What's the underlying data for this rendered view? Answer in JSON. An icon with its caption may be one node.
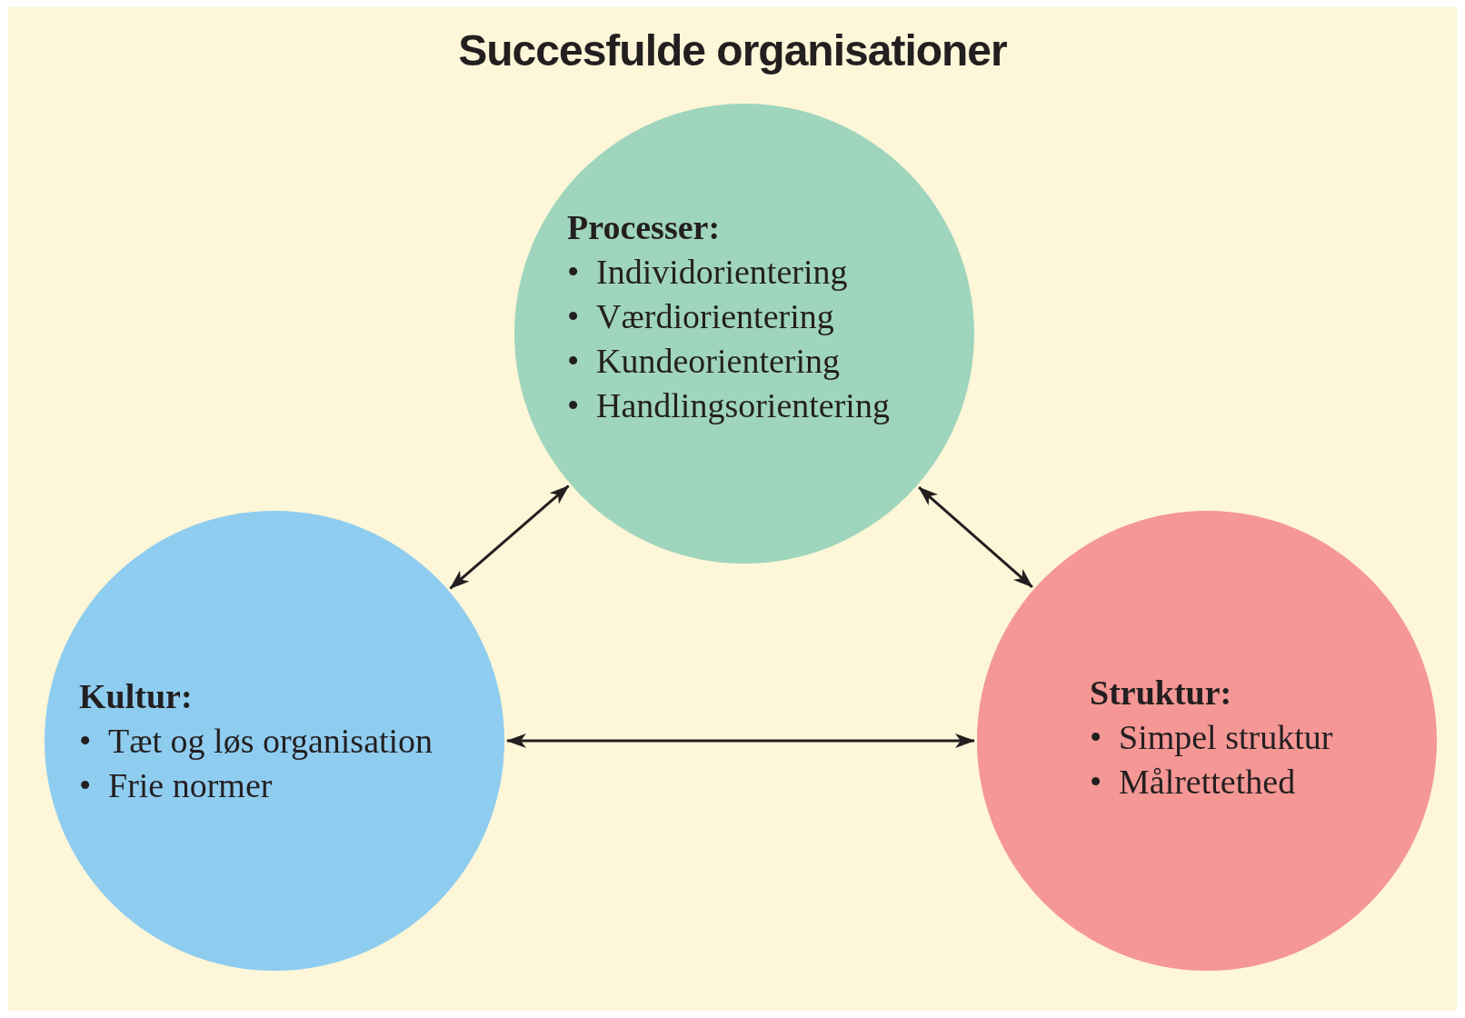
{
  "diagram": {
    "title": "Succesfulde organisationer",
    "nodes": [
      {
        "text": [
          "Processer:",
          "•",
          "Individorientering",
          "•",
          "Værdiorientering",
          "•",
          "Kundeorientering",
          "•",
          "Handlingsorientering"
        ]
      },
      {
        "text": [
          "Kultur:",
          "•",
          "Tæt og løs organisation",
          "•",
          "Frie normer"
        ]
      },
      {
        "text": [
          "Struktur:",
          "•",
          "Simpel struktur",
          "•",
          "Målrettethed"
        ]
      }
    ],
    "edges": [
      {
        "from": 1,
        "to": 0,
        "arrow": "both"
      },
      {
        "from": 0,
        "to": 2,
        "arrow": "both"
      },
      {
        "from": 1,
        "to": 2,
        "arrow": "both"
      }
    ]
  }
}
